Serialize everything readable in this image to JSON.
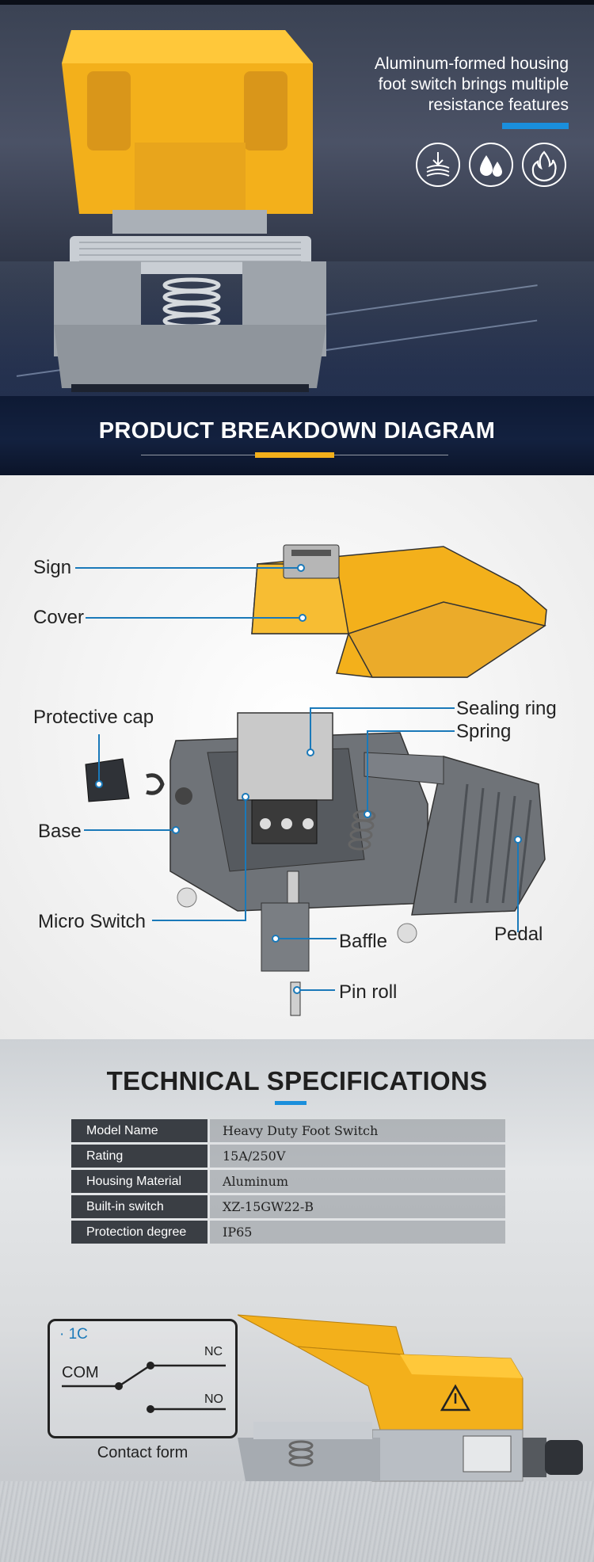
{
  "hero": {
    "tagline": [
      "Aluminum-formed housing",
      "foot switch brings multiple",
      "resistance features"
    ],
    "feature_icons": [
      "pressure-resistance-icon",
      "waterproof-icon",
      "fire-resistant-icon"
    ],
    "accent_color": "#1a8fdc",
    "switch_color": "#f3b01b"
  },
  "breakdown": {
    "title": "PRODUCT BREAKDOWN DIAGRAM",
    "labels": {
      "sign": "Sign",
      "cover": "Cover",
      "protective_cap": "Protective cap",
      "sealing_ring": "Sealing ring",
      "spring": "Spring",
      "base": "Base",
      "micro_switch": "Micro Switch",
      "baffle": "Baffle",
      "pedal": "Pedal",
      "pin_roll": "Pin roll"
    }
  },
  "specs": {
    "title": "TECHNICAL SPECIFICATIONS",
    "rows": [
      {
        "key": "Model Name",
        "value": "Heavy Duty Foot Switch"
      },
      {
        "key": "Rating",
        "value": "15A/250V"
      },
      {
        "key": "Housing Material",
        "value": "Aluminum"
      },
      {
        "key": "Built-in switch",
        "value": "XZ-15GW22-B"
      },
      {
        "key": "Protection degree",
        "value": "IP65"
      }
    ]
  },
  "contact": {
    "type_label": "· 1C",
    "com": "COM",
    "nc": "NC",
    "no": "NO",
    "caption": "Contact form"
  }
}
